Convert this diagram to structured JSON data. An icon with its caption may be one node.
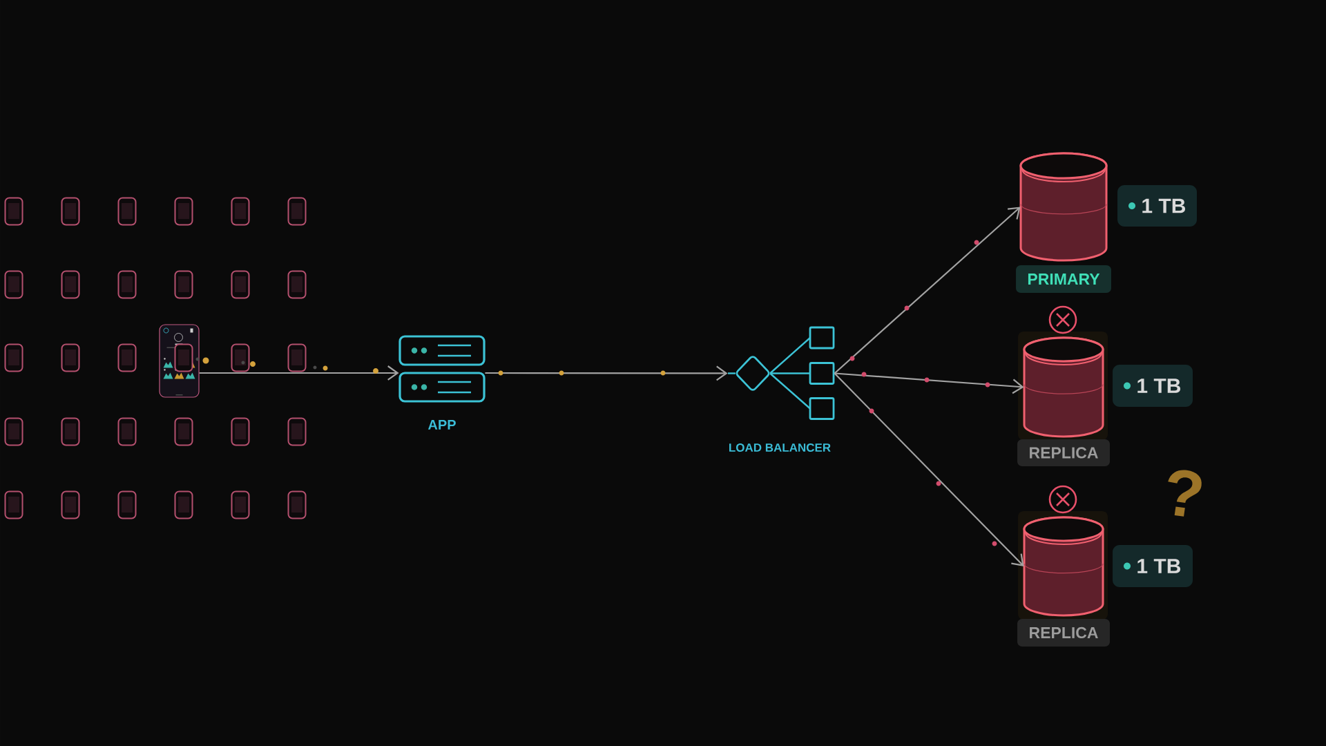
{
  "diagram": {
    "nodes": [
      {
        "text": [],
        "shape": "phone"
      },
      {
        "text": [
          "APP"
        ]
      },
      {
        "text": [
          "LOAD BALANCER"
        ]
      },
      {
        "text": [
          "PRIMARY"
        ],
        "beside": [
          "1 TB"
        ]
      },
      {
        "text": [
          "REPLICA"
        ],
        "beside": [
          "1 TB"
        ]
      },
      {
        "text": [
          "REPLICA"
        ],
        "beside": [
          "1 TB"
        ]
      }
    ],
    "edges": [
      {
        "from": 0,
        "to": 1,
        "arrow": "to"
      },
      {
        "from": 1,
        "to": 2,
        "arrow": "to"
      },
      {
        "from": 2,
        "to": 3,
        "arrow": "to"
      },
      {
        "from": 2,
        "to": 4,
        "arrow": "to"
      },
      {
        "from": 2,
        "to": 5,
        "arrow": "to"
      }
    ],
    "labels": [
      "?"
    ]
  }
}
